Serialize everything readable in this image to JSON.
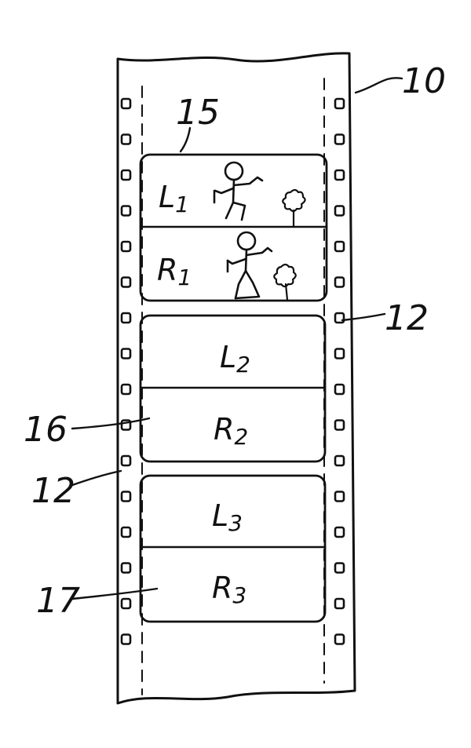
{
  "figure": {
    "ref_strip": "10",
    "ref_holes_right": "12",
    "ref_holes_left": "12",
    "ref_frame_1": "15",
    "ref_frame_2": "16",
    "ref_frame_3": "17"
  },
  "frames": [
    {
      "top_main": "L",
      "top_sub": "1",
      "bottom_main": "R",
      "bottom_sub": "1",
      "has_scene": true
    },
    {
      "top_main": "L",
      "top_sub": "2",
      "bottom_main": "R",
      "bottom_sub": "2",
      "has_scene": false
    },
    {
      "top_main": "L",
      "top_sub": "3",
      "bottom_main": "R",
      "bottom_sub": "3",
      "has_scene": false
    }
  ],
  "colors": {
    "ink": "#111111",
    "paper": "#ffffff"
  }
}
